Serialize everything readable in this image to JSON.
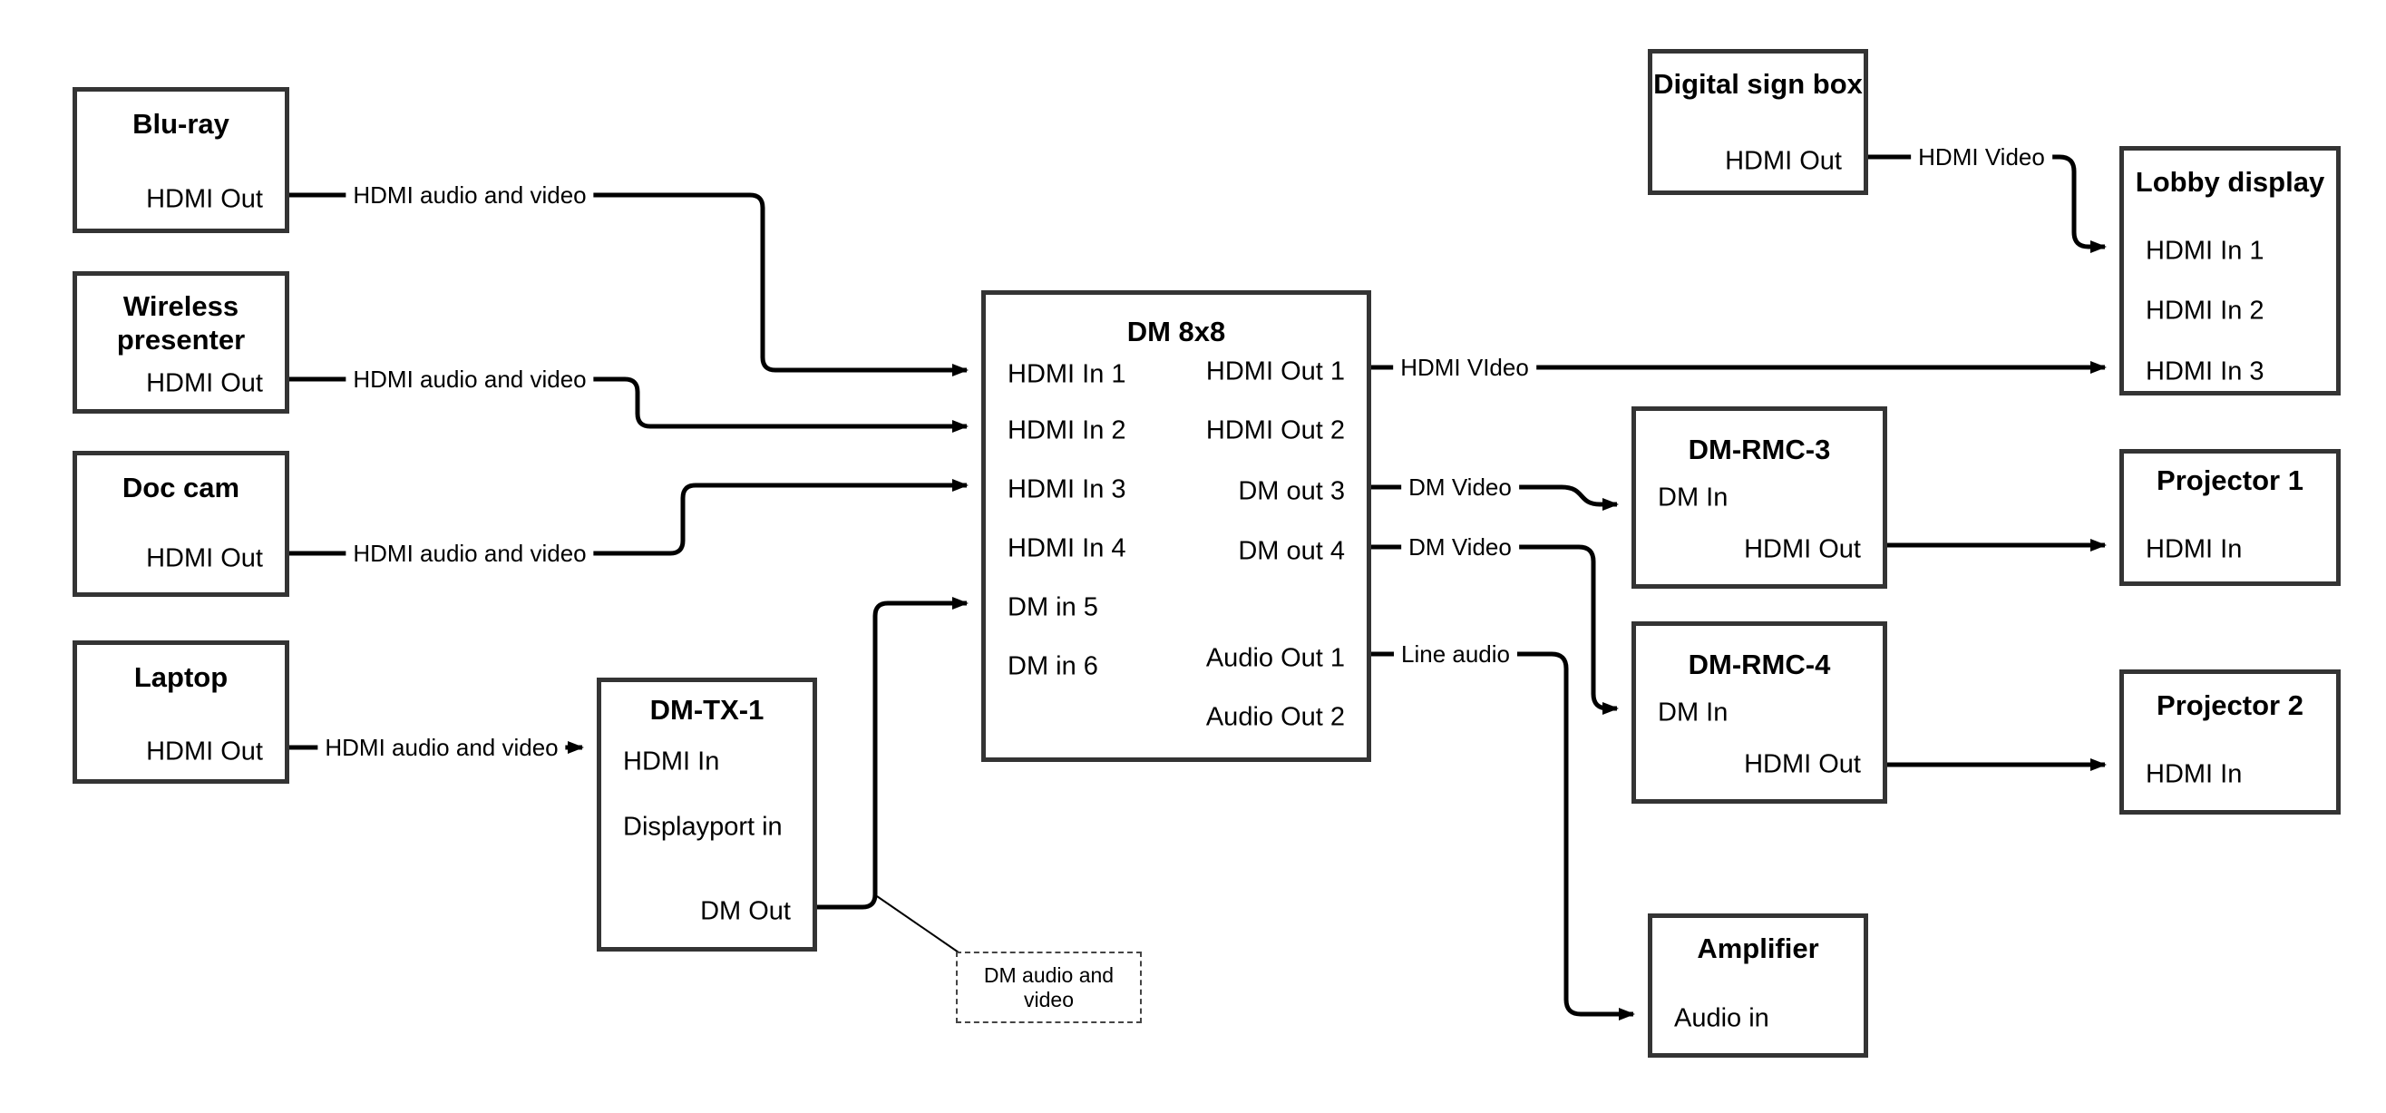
{
  "diagram": {
    "nodes": {
      "bluray": {
        "title": "Blu-ray",
        "ports": {
          "hdmi_out": "HDMI Out"
        }
      },
      "wireless": {
        "title": "Wireless presenter",
        "ports": {
          "hdmi_out": "HDMI Out"
        }
      },
      "doccam": {
        "title": "Doc cam",
        "ports": {
          "hdmi_out": "HDMI Out"
        }
      },
      "laptop": {
        "title": "Laptop",
        "ports": {
          "hdmi_out": "HDMI Out"
        }
      },
      "dmtx1": {
        "title": "DM-TX-1",
        "ports": {
          "hdmi_in": "HDMI In",
          "displayport_in": "Displayport in",
          "dm_out": "DM Out"
        }
      },
      "dm8x8": {
        "title": "DM 8x8",
        "ports": {
          "hdmi_in_1": "HDMI In 1",
          "hdmi_in_2": "HDMI In 2",
          "hdmi_in_3": "HDMI In 3",
          "hdmi_in_4": "HDMI In 4",
          "dm_in_5": "DM in 5",
          "dm_in_6": "DM in 6",
          "hdmi_out_1": "HDMI Out 1",
          "hdmi_out_2": "HDMI Out 2",
          "dm_out_3": "DM out 3",
          "dm_out_4": "DM out 4",
          "audio_out_1": "Audio Out 1",
          "audio_out_2": "Audio Out 2"
        }
      },
      "digital_sign": {
        "title": "Digital sign box",
        "ports": {
          "hdmi_out": "HDMI Out"
        }
      },
      "lobby": {
        "title": "Lobby display",
        "ports": {
          "hdmi_in_1": "HDMI In 1",
          "hdmi_in_2": "HDMI In 2",
          "hdmi_in_3": "HDMI In 3"
        }
      },
      "dmrmc3": {
        "title": "DM-RMC-3",
        "ports": {
          "dm_in": "DM In",
          "hdmi_out": "HDMI Out"
        }
      },
      "dmrmc4": {
        "title": "DM-RMC-4",
        "ports": {
          "dm_in": "DM In",
          "hdmi_out": "HDMI Out"
        }
      },
      "projector1": {
        "title": "Projector 1",
        "ports": {
          "hdmi_in": "HDMI In"
        }
      },
      "projector2": {
        "title": "Projector 2",
        "ports": {
          "hdmi_in": "HDMI In"
        }
      },
      "amplifier": {
        "title": "Amplifier",
        "ports": {
          "audio_in": "Audio in"
        }
      }
    },
    "edge_labels": {
      "bluray_to_dm8x8": "HDMI audio and video",
      "wireless_to_dm8x8": "HDMI audio and video",
      "doccam_to_dm8x8": "HDMI audio and video",
      "laptop_to_dmtx1": "HDMI audio and video",
      "hdmi_out_1": "HDMI VIdeo",
      "dm_out_3": "DM Video",
      "dm_out_4": "DM Video",
      "audio_out_1": "Line audio",
      "digital_sign_to_lobby": "HDMI Video"
    },
    "note": "DM audio and video",
    "colors": {
      "line": "#000000",
      "box_border": "#343434",
      "background": "#ffffff",
      "text": "#000000"
    }
  }
}
